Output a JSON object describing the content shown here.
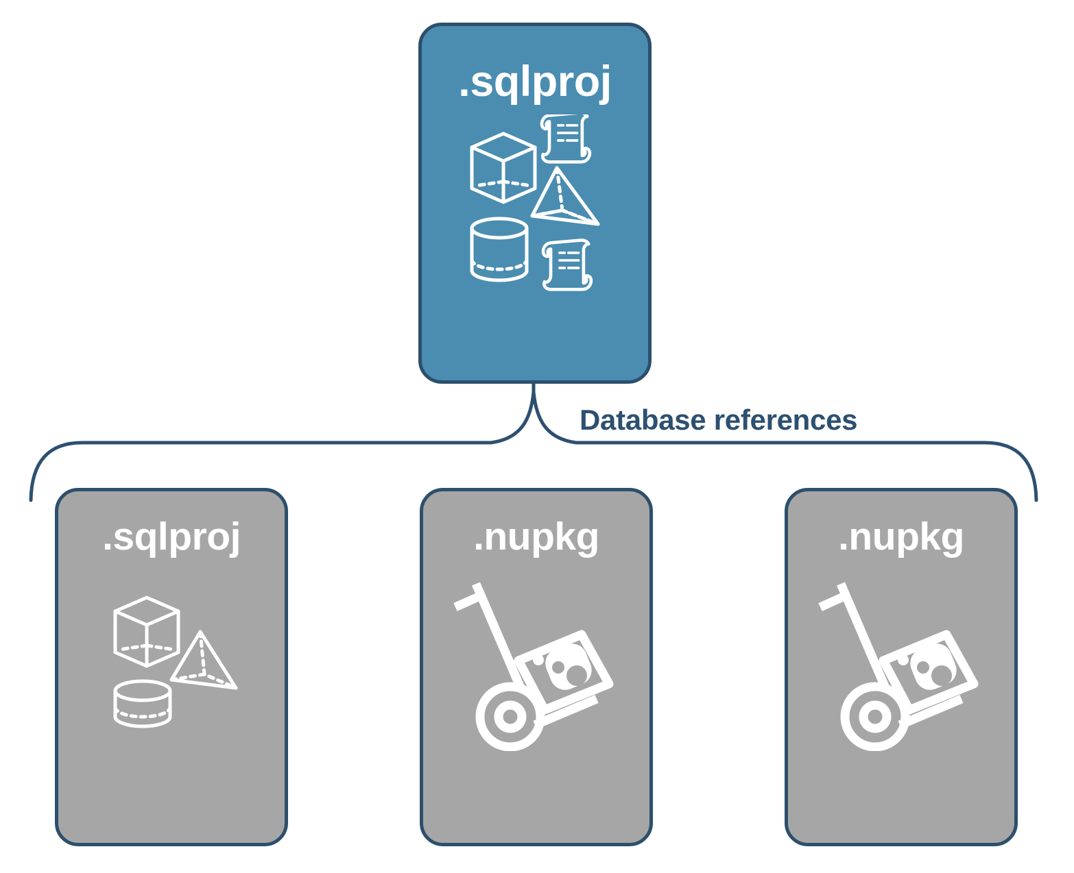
{
  "diagram": {
    "title_text": "Database references",
    "colors": {
      "primary_fill": "#4a8db0",
      "secondary_fill": "#a6a6a6",
      "stroke": "#2d4f6c",
      "label_text": "#2d5070",
      "icon": "#ffffff",
      "background": "#ffffff"
    },
    "root": {
      "label": ".sqlproj",
      "icons": [
        "cube-icon",
        "pyramid-icon",
        "cylinder-icon",
        "script-scroll-icon",
        "script-scroll-icon"
      ]
    },
    "connector": {
      "label": "Database references",
      "type": "curly-brace"
    },
    "references": [
      {
        "label": ".sqlproj",
        "icons": [
          "cube-icon",
          "pyramid-icon",
          "cylinder-icon"
        ]
      },
      {
        "label": ".nupkg",
        "icons": [
          "package-dolly-icon"
        ]
      },
      {
        "label": ".nupkg",
        "icons": [
          "package-dolly-icon"
        ]
      }
    ]
  }
}
